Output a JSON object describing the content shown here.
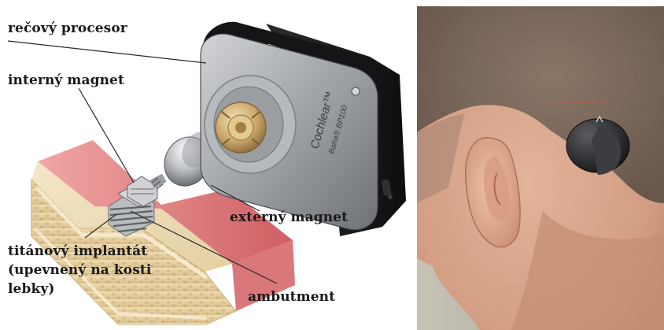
{
  "labels": {
    "speech_processor": "rečový procesor",
    "internal_magnet": "interný magnet",
    "external_magnet": "externý magnet",
    "titanium_implant_line1": "titánový implantát",
    "titanium_implant_line2": "(upevnený na kosti",
    "titanium_implant_line3": "lebky)",
    "abutment": "ambutment"
  },
  "device": {
    "brand": "Cochlear™",
    "model": "Baha® BP100"
  },
  "colors": {
    "label_text": "#1a1a1a",
    "leader_line": "#2a2a2a",
    "processor_body": "#a3a6aa",
    "bone": "#e9d8b2",
    "skin": "#d9777a",
    "titanium": "#b9bcc0",
    "skin_photo": "#d9a78d"
  }
}
